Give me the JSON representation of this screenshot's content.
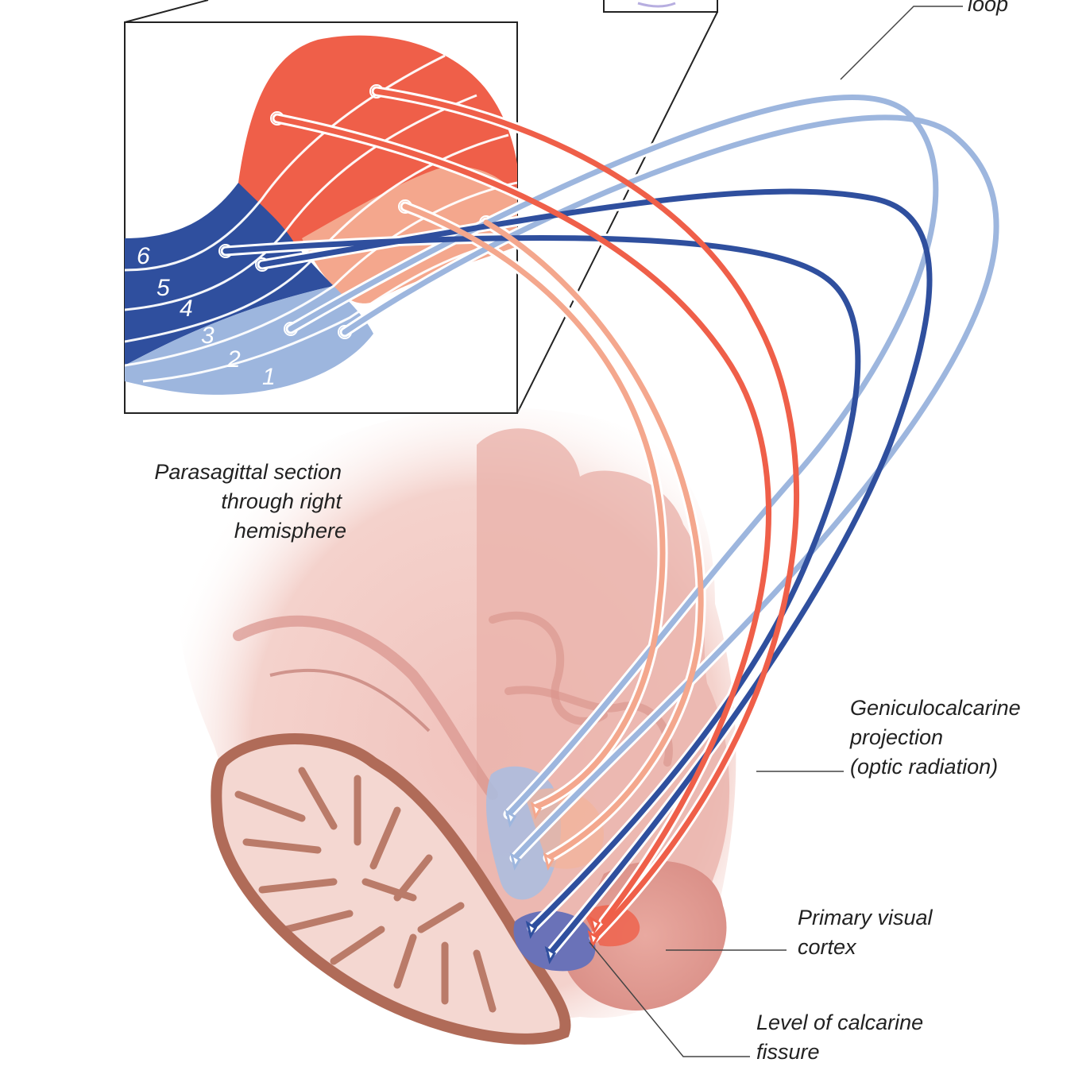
{
  "colors": {
    "red": "#ef5f49",
    "peach": "#f4a78d",
    "light_blue": "#9db6de",
    "dark_blue": "#2f4f9e",
    "tissue_pink": "#f2c6c0",
    "cerebellum_brown": "#b06b58",
    "cortex_purple": "#6a72b8"
  },
  "inset": {
    "layers": [
      {
        "number": "6",
        "color": "#2f4f9e"
      },
      {
        "number": "5",
        "color": "#2f4f9e"
      },
      {
        "number": "4",
        "color": "#2f4f9e"
      },
      {
        "number": "3",
        "color": "#2f4f9e"
      },
      {
        "number": "2",
        "color": "#9db6de"
      },
      {
        "number": "1",
        "color": "#9db6de"
      }
    ]
  },
  "labels": {
    "loop": "loop",
    "section": [
      "Parasagittal section",
      "through right",
      "hemisphere"
    ],
    "projection": [
      "Geniculocalcarine",
      "projection",
      "(optic radiation)"
    ],
    "cortex": [
      "Primary visual",
      "cortex"
    ],
    "fissure": [
      "Level of calcarine",
      "fissure"
    ]
  }
}
